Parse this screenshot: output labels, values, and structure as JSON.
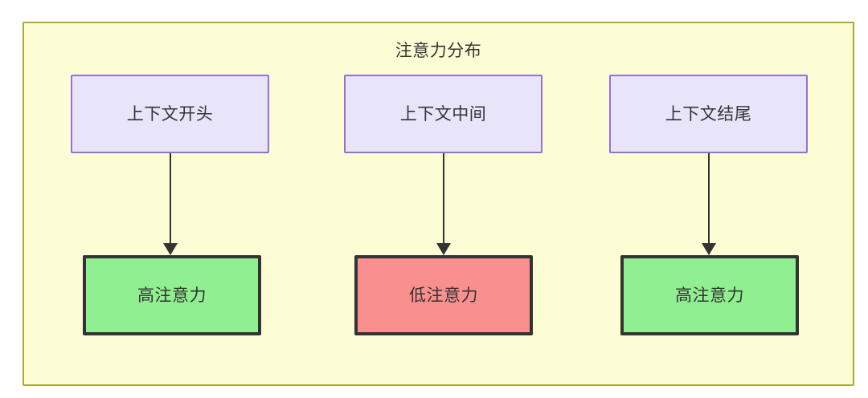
{
  "diagram": {
    "title": "注意力分布",
    "colors": {
      "container_fill": "#fdfdd5",
      "container_border": "#aaaa33",
      "context_fill": "#e8e5fb",
      "context_border": "#9370db",
      "high_attention_fill": "#90ef90",
      "low_attention_fill": "#fa8f8f",
      "node_border": "#333333",
      "edge": "#333333",
      "text": "#333333"
    },
    "context_nodes": [
      {
        "id": "ctx-start",
        "label": "上下文开头"
      },
      {
        "id": "ctx-mid",
        "label": "上下文中间"
      },
      {
        "id": "ctx-end",
        "label": "上下文结尾"
      }
    ],
    "attention_nodes": [
      {
        "id": "attn-start",
        "label": "高注意力",
        "level": "high"
      },
      {
        "id": "attn-mid",
        "label": "低注意力",
        "level": "low"
      },
      {
        "id": "attn-end",
        "label": "高注意力",
        "level": "high"
      }
    ],
    "edges": [
      {
        "from": "ctx-start",
        "to": "attn-start"
      },
      {
        "from": "ctx-mid",
        "to": "attn-mid"
      },
      {
        "from": "ctx-end",
        "to": "attn-end"
      }
    ]
  }
}
